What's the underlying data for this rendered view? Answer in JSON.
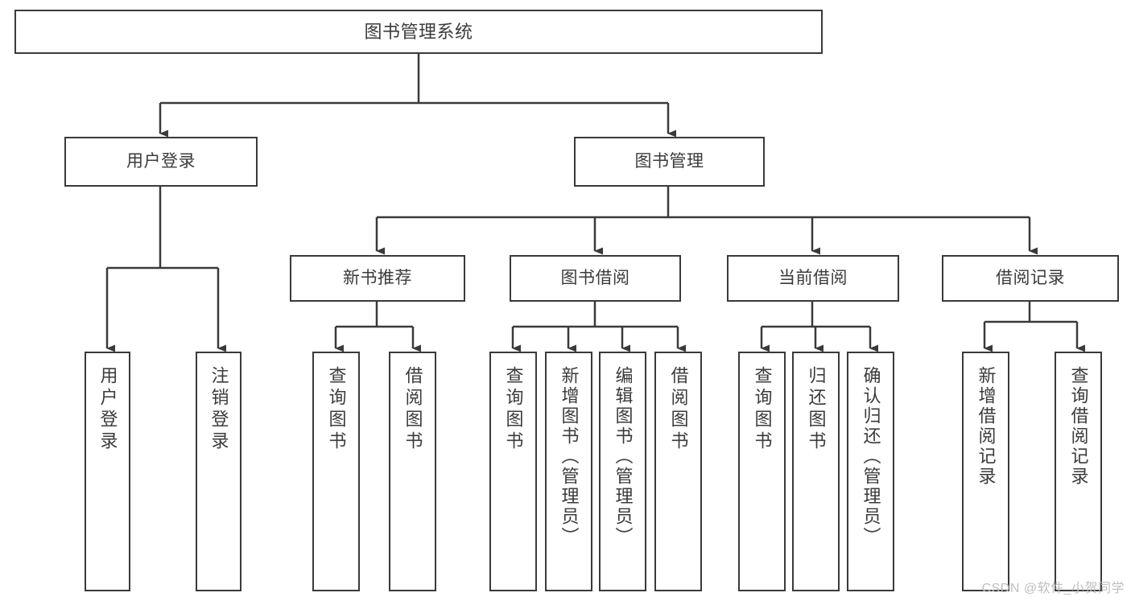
{
  "diagram": {
    "title": "图书管理系统",
    "type": "tree-hierarchy-chart",
    "line_color": "#3a3a3a",
    "text_color": "#3b3b3b",
    "background": "#ffffff"
  },
  "root": {
    "label": "图书管理系统"
  },
  "level2": [
    {
      "label": "用户登录"
    },
    {
      "label": "图书管理"
    }
  ],
  "level3": [
    {
      "label": "新书推荐"
    },
    {
      "label": "图书借阅"
    },
    {
      "label": "当前借阅"
    },
    {
      "label": "借阅记录"
    }
  ],
  "leaves": {
    "user_login": [
      {
        "label": "用户登录"
      },
      {
        "label": "注销登录"
      }
    ],
    "new_book_recommend": [
      {
        "label": "查询图书"
      },
      {
        "label": "借阅图书"
      }
    ],
    "book_borrow": [
      {
        "label": "查询图书"
      },
      {
        "label": "新增图书（管理员）"
      },
      {
        "label": "编辑图书（管理员）"
      },
      {
        "label": "借阅图书"
      }
    ],
    "current_borrow": [
      {
        "label": "查询图书"
      },
      {
        "label": "归还图书"
      },
      {
        "label": "确认归还（管理员）"
      }
    ],
    "borrow_record": [
      {
        "label": "新增借阅记录"
      },
      {
        "label": "查询借阅记录"
      }
    ]
  },
  "watermark": {
    "text": "CSDN @软件_小贺同学"
  }
}
